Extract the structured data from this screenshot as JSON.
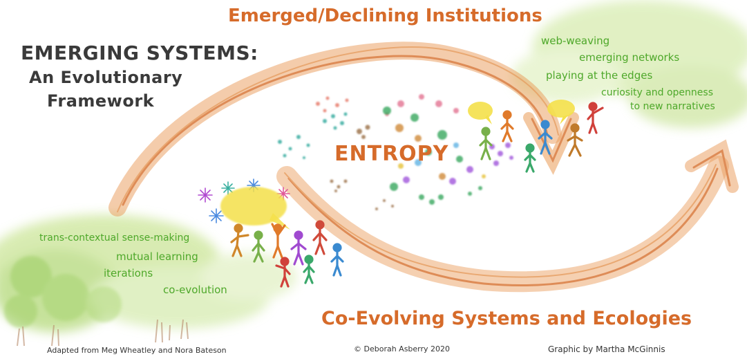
{
  "title": {
    "line1": "EMERGING SYSTEMS:",
    "line2": "An Evolutionary",
    "line3": "Framework"
  },
  "top_label": "Emerged/Declining Institutions",
  "bottom_label": "Co-Evolving Systems and Ecologies",
  "center_label": "ENTROPY",
  "right_notes": [
    "web-weaving",
    "emerging networks",
    "playing at the edges",
    "curiosity and openness",
    "to new narratives"
  ],
  "left_notes": [
    "trans-contextual sense-making",
    "mutual learning",
    "iterations",
    "co-evolution"
  ],
  "credits": {
    "adapted": "Adapted from Meg Wheatley and Nora Bateson",
    "copyright": "© Deborah Asberry 2020",
    "graphic": "Graphic by Martha McGinnis"
  },
  "colors": {
    "arrow": "#e8924a",
    "heading_orange": "#d66b2a",
    "notes_green": "#4ea82a",
    "wash_green": "#c9e59a",
    "bubble_yellow": "#f4e04a"
  }
}
